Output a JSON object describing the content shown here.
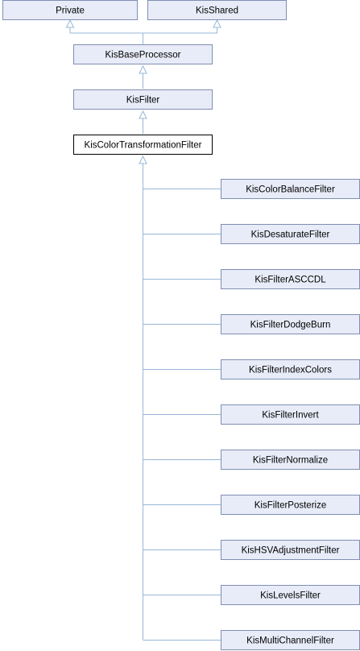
{
  "diagram": {
    "base_classes": [
      "Private",
      "KisShared"
    ],
    "chain": [
      "KisBaseProcessor",
      "KisFilter"
    ],
    "current": "KisColorTransformationFilter",
    "derived": [
      "KisColorBalanceFilter",
      "KisDesaturateFilter",
      "KisFilterASCCDL",
      "KisFilterDodgeBurn",
      "KisFilterIndexColors",
      "KisFilterInvert",
      "KisFilterNormalize",
      "KisFilterPosterize",
      "KisHSVAdjustmentFilter",
      "KisLevelsFilter",
      "KisMultiChannelFilter"
    ],
    "colors": {
      "node_fill": "#e8ecf8",
      "node_border": "#7f8eb3",
      "current_fill": "#ffffff",
      "current_border": "#000000",
      "edge": "#97b7d7"
    }
  }
}
